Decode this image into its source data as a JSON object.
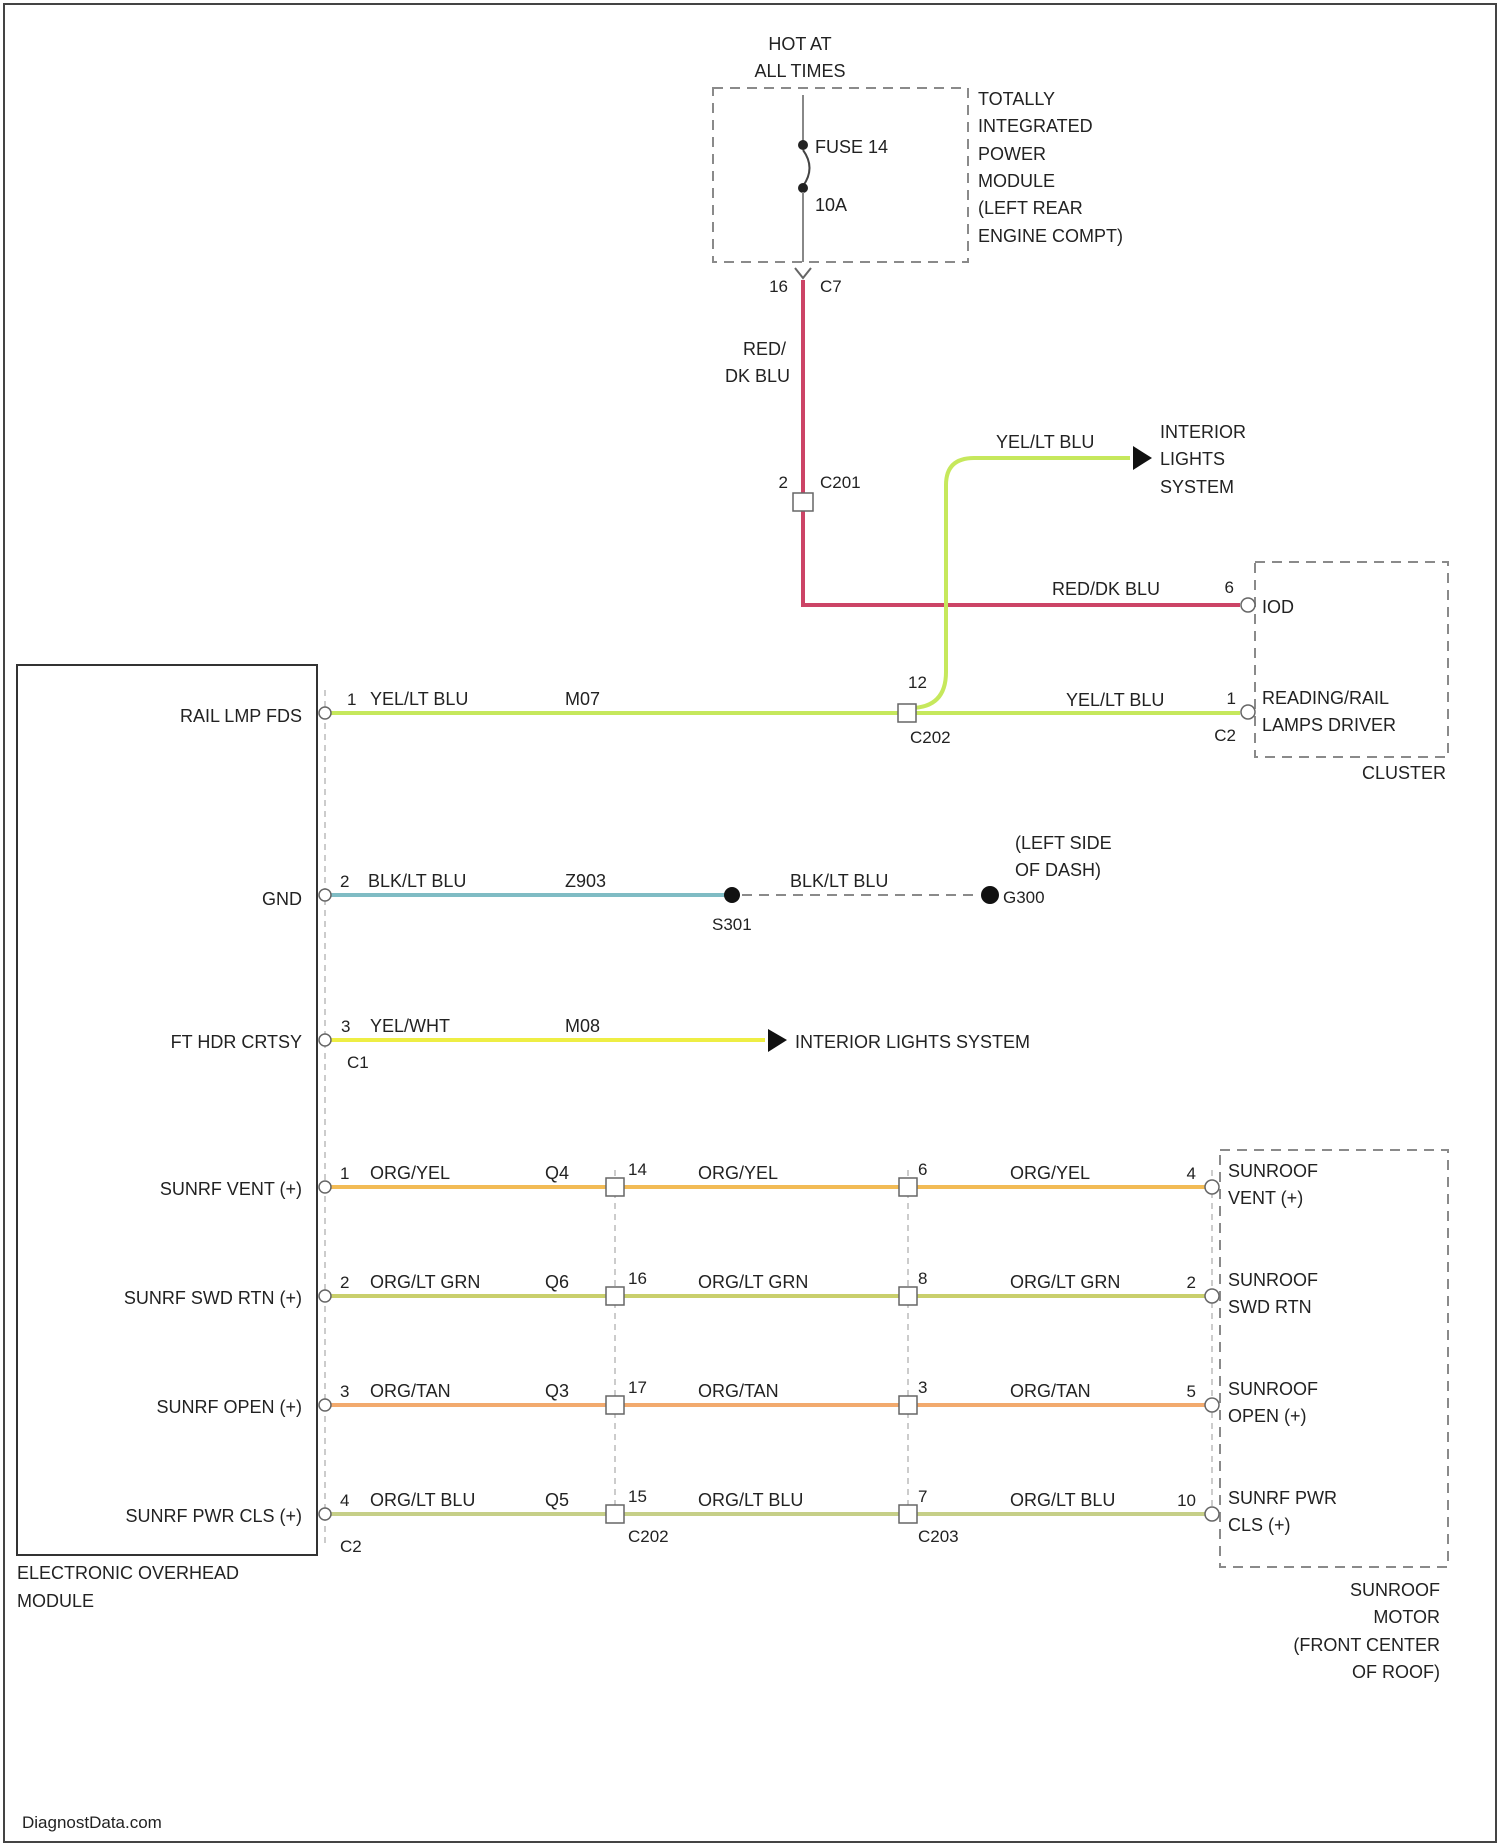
{
  "colors": {
    "red_dk_blu": "#cc4466",
    "yel_lt_blu": "#c6e85c",
    "blk_lt_blu": "#7fbcc4",
    "yel_wht": "#eeee44",
    "org_yel": "#f2bb55",
    "org_lt_grn": "#c9cf6c",
    "org_tan": "#f2aa6e",
    "org_lt_blu": "#c6cf88"
  },
  "power": {
    "hot": [
      "HOT AT",
      "ALL TIMES"
    ],
    "module": [
      "TOTALLY",
      "INTEGRATED",
      "POWER",
      "MODULE",
      "(LEFT REAR",
      "ENGINE COMPT)"
    ],
    "fuse": "FUSE 14",
    "amps": "10A",
    "pin": "16",
    "connector": "C7",
    "wire": [
      "RED/",
      "DK BLU"
    ]
  },
  "c201": {
    "pin": "2",
    "connector": "C201"
  },
  "interior_top": {
    "wire": "YEL/LT BLU",
    "dest": [
      "INTERIOR",
      "LIGHTS",
      "SYSTEM"
    ]
  },
  "cluster": {
    "name": "CLUSTER",
    "iod_wire": "RED/DK BLU",
    "iod_pin": "6",
    "iod_label": "IOD",
    "lamp_wire": "YEL/LT BLU",
    "lamp_pin": "1",
    "lamp_label": [
      "READING/RAIL",
      "LAMPS DRIVER"
    ],
    "connector": "C2"
  },
  "eom": {
    "name": [
      "ELECTRONIC OVERHEAD",
      "MODULE"
    ],
    "connector": "C2",
    "pins": [
      "RAIL LMP FDS",
      "GND",
      "FT HDR CRTSY",
      "SUNRF VENT (+)",
      "SUNRF SWD RTN (+)",
      "SUNRF OPEN (+)",
      "SUNRF PWR CLS (+)"
    ]
  },
  "rail": {
    "pin": "1",
    "wire": "YEL/LT BLU",
    "circuit": "M07",
    "splice_pin": "12",
    "splice": "C202"
  },
  "gnd": {
    "pin": "2",
    "wire": "BLK/LT BLU",
    "circuit": "Z903",
    "splice": "S301",
    "wire2": "BLK/LT BLU",
    "ground": "G300",
    "location": [
      "(LEFT SIDE",
      "OF DASH)"
    ]
  },
  "crtsy": {
    "pin": "3",
    "wire": "YEL/WHT",
    "circuit": "M08",
    "connector": "C1",
    "dest": "INTERIOR LIGHTS SYSTEM"
  },
  "sunroof_rows": [
    {
      "pin1": "1",
      "wire": "ORG/YEL",
      "circuit": "Q4",
      "pin2": "14",
      "pin3": "6",
      "pin4": "4",
      "motor_pin": [
        "SUNROOF",
        "VENT (+)"
      ]
    },
    {
      "pin1": "2",
      "wire": "ORG/LT GRN",
      "circuit": "Q6",
      "pin2": "16",
      "pin3": "8",
      "pin4": "2",
      "motor_pin": [
        "SUNROOF",
        "SWD RTN"
      ]
    },
    {
      "pin1": "3",
      "wire": "ORG/TAN",
      "circuit": "Q3",
      "pin2": "17",
      "pin3": "3",
      "pin4": "5",
      "motor_pin": [
        "SUNROOF",
        "OPEN (+)"
      ]
    },
    {
      "pin1": "4",
      "wire": "ORG/LT BLU",
      "circuit": "Q5",
      "pin2": "15",
      "pin3": "7",
      "pin4": "10",
      "motor_pin": [
        "SUNRF PWR",
        "CLS (+)"
      ]
    }
  ],
  "inline": {
    "c1": "C202",
    "c2": "C203"
  },
  "motor": {
    "name": [
      "SUNROOF",
      "MOTOR",
      "(FRONT CENTER",
      "OF ROOF)"
    ]
  },
  "footer": "DiagnostData.com"
}
